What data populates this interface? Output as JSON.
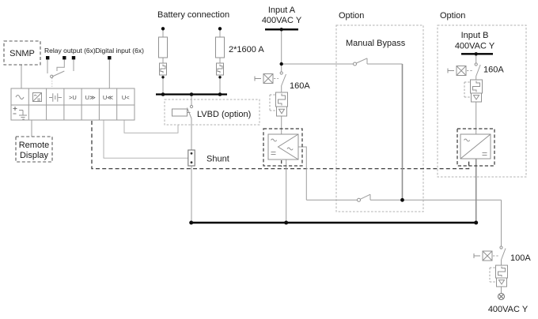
{
  "colors": {
    "wire": "#9c9c9c",
    "bus": "#000000",
    "text": "#1a1a1a",
    "dark_dashed_outline": "#3f3f3f",
    "light_dashed_option_box": "#b0b0b0"
  },
  "monitoring": {
    "snmp": "SNMP",
    "relay_output": "Relay output (6x)",
    "digital_input": "Digital input (6x)",
    "remote_display_line1": "Remote",
    "remote_display_line2": "Display"
  },
  "controller": {
    "cells": [
      {
        "symbol": "ac-sine",
        "text": ""
      },
      {
        "symbol": "ac-dc-converter",
        "text": ""
      },
      {
        "symbol": "battery-bars",
        "text": ""
      },
      {
        "symbol": "voltage-threshold",
        "text": ">U"
      },
      {
        "symbol": "voltage-much-greater",
        "text": "U≫"
      },
      {
        "symbol": "voltage-much-less",
        "text": "U≪"
      },
      {
        "symbol": "voltage-less",
        "text": "U<"
      }
    ]
  },
  "battery": {
    "title": "Battery connection",
    "fuse_rating": "2*1600 A"
  },
  "input_a": {
    "title": "Input A",
    "voltage": "400VAC Y",
    "breaker_rating": "160A"
  },
  "bypass": {
    "option_label": "Option",
    "title": "Manual Bypass"
  },
  "input_b": {
    "option_label": "Option",
    "title": "Input B",
    "voltage": "400VAC Y",
    "breaker_rating": "160A"
  },
  "dc_section": {
    "lvbd_label": "LVBD (option)",
    "shunt_label": "Shunt"
  },
  "output": {
    "breaker_rating": "100A",
    "voltage": "400VAC Y"
  }
}
